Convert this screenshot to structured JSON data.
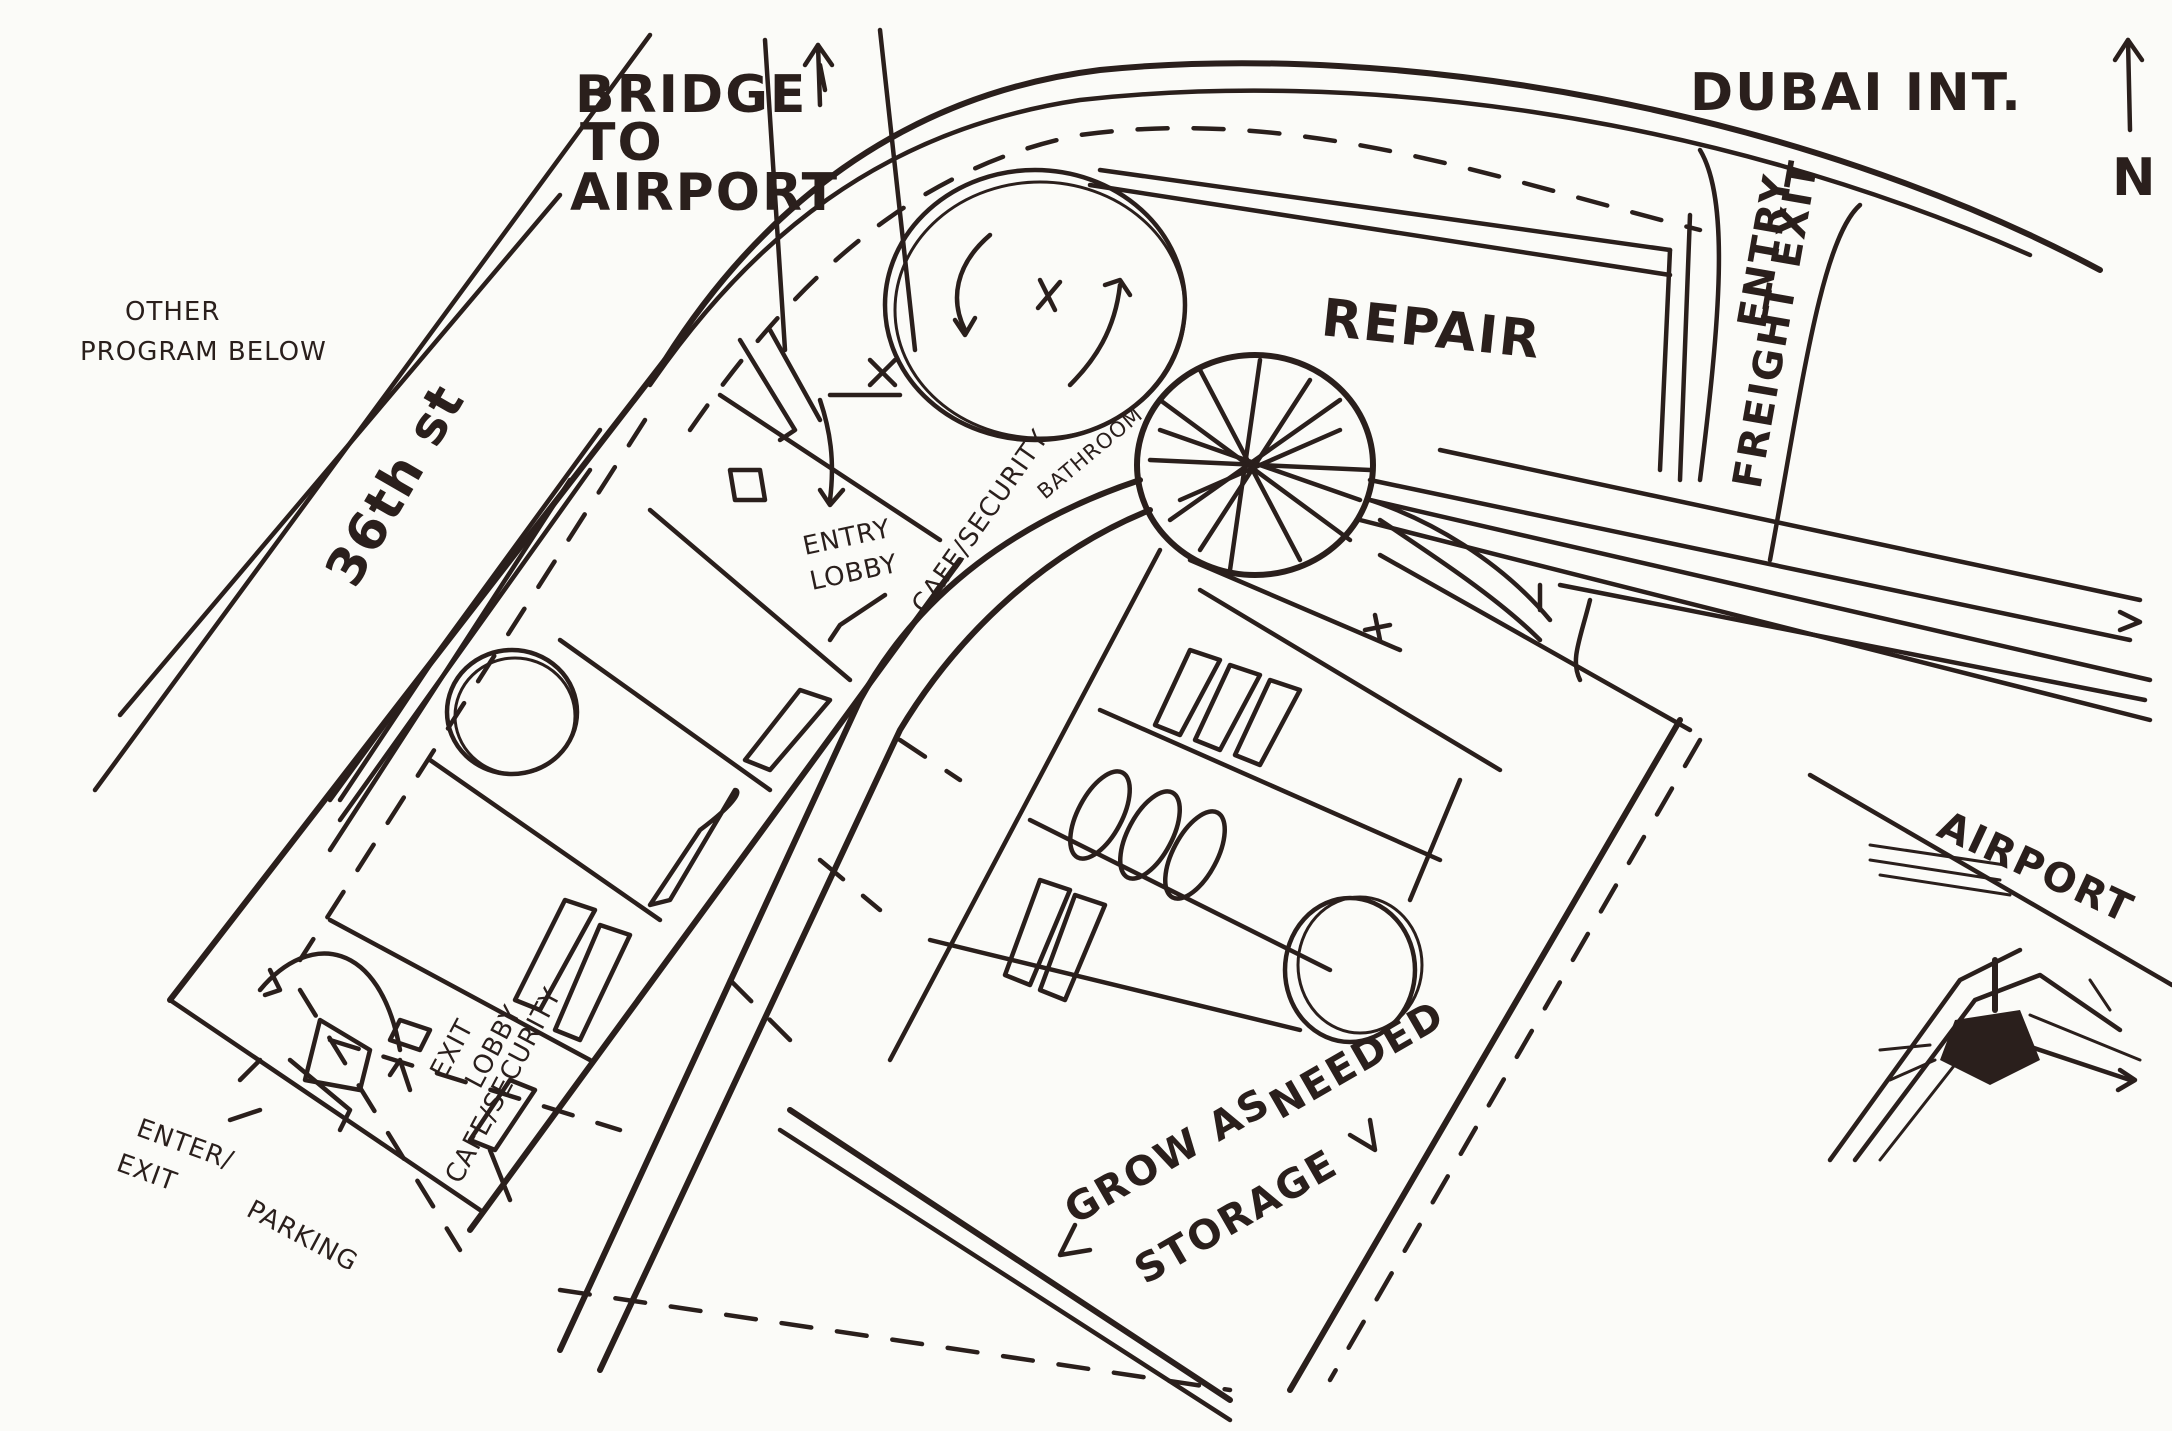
{
  "labels": {
    "bridge_line1": "BRIDGE",
    "bridge_line2": "TO",
    "bridge_line3": "AIRPORT",
    "dubai": "DUBAI INT.",
    "north": "N",
    "other_line1": "OTHER",
    "other_line2": "PROGRAM BELOW",
    "street": "36th st",
    "repair": "REPAIR",
    "freight_line1": "ENTRY",
    "freight_line2": "FREIGHT EXIT",
    "entry_line1": "ENTRY",
    "entry_line2": "LOBBY",
    "cafe_top": "CAFE/SECURITY",
    "bathroom": "BATHROOM",
    "exit_line1": "EXIT",
    "exit_line2": "LOBBY",
    "cafe_bottom": "CAFE/SECURITY",
    "enter_line1": "ENTER/",
    "enter_line2": "EXIT",
    "parking": "PARKING",
    "grow_line1": "GROW AS",
    "grow_line2": "NEEDED",
    "storage": "STORAGE",
    "airport": "AIRPORT"
  }
}
